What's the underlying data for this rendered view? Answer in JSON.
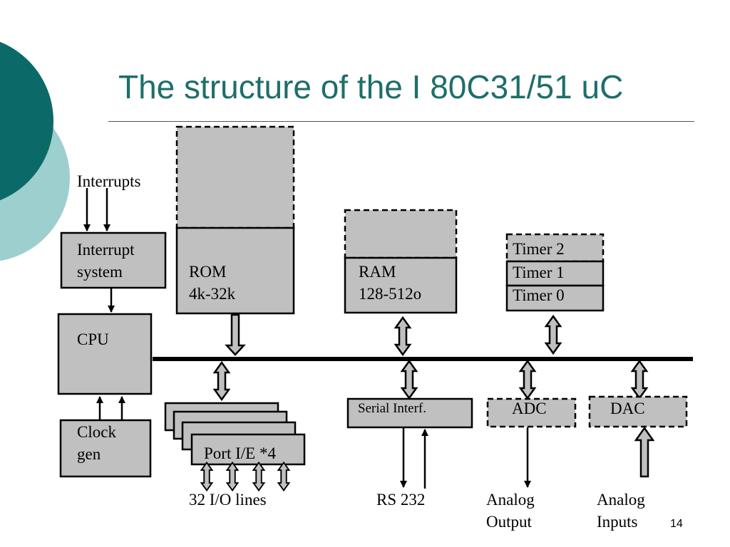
{
  "title": "The structure of the I 80C31/51 uC",
  "page_number": "14",
  "colors": {
    "title": "#1e6e6a",
    "accent_dark": "#0b6a67",
    "accent_light": "#9ecfcf",
    "block_fill": "#c0c0c0"
  },
  "diagram": {
    "interrupts_label": "Interrupts",
    "interrupt_system": "Interrupt\nsystem",
    "cpu": "CPU",
    "clock_gen": "Clock\ngen",
    "rom": "ROM\n4k-32k",
    "ram": "RAM\n128-512o",
    "timer2": "Timer 2",
    "timer1": "Timer 1",
    "timer0": "Timer 0",
    "port": "Port I/E *4",
    "io_lines": "32 I/O lines",
    "serial": "Serial Interf.",
    "rs232": "RS 232",
    "adc": "ADC",
    "dac": "DAC",
    "analog_output": "Analog\nOutput",
    "analog_inputs": "Analog\nInputs"
  }
}
